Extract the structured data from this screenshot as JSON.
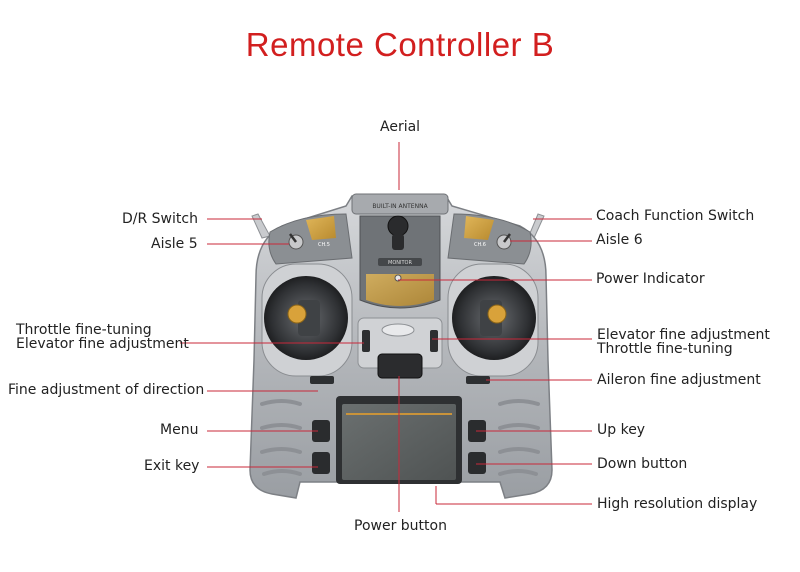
{
  "title": "Remote Controller B",
  "colors": {
    "title": "#d21f1f",
    "leader_lines": "#c8283a",
    "body": "#b9bcc0",
    "screen": "#5e6363"
  },
  "callouts": {
    "aerial": "Aerial",
    "dr_switch": "D/R Switch",
    "aisle5": "Aisle 5",
    "coach_function_switch": "Coach Function Switch",
    "aisle6": "Aisle 6",
    "power_indicator": "Power Indicator",
    "left_trim_1": "Throttle fine-tuning",
    "left_trim_2": "Elevator fine adjustment",
    "right_trim_1": "Elevator fine adjustment",
    "right_trim_2": "Throttle fine-tuning",
    "fine_adjustment_direction": "Fine adjustment of direction",
    "aileron_fine_adjustment": "Aileron fine adjustment",
    "menu": "Menu",
    "up_key": "Up key",
    "exit_key": "Exit key",
    "down_button": "Down button",
    "high_resolution_display": "High resolution display",
    "power_button": "Power button"
  },
  "device_printed_text": {
    "antenna_label": "BUILT-IN ANTENNA",
    "monitor_label": "MONITOR",
    "ch5_label": "CH.5",
    "ch6_label": "CH.6"
  }
}
